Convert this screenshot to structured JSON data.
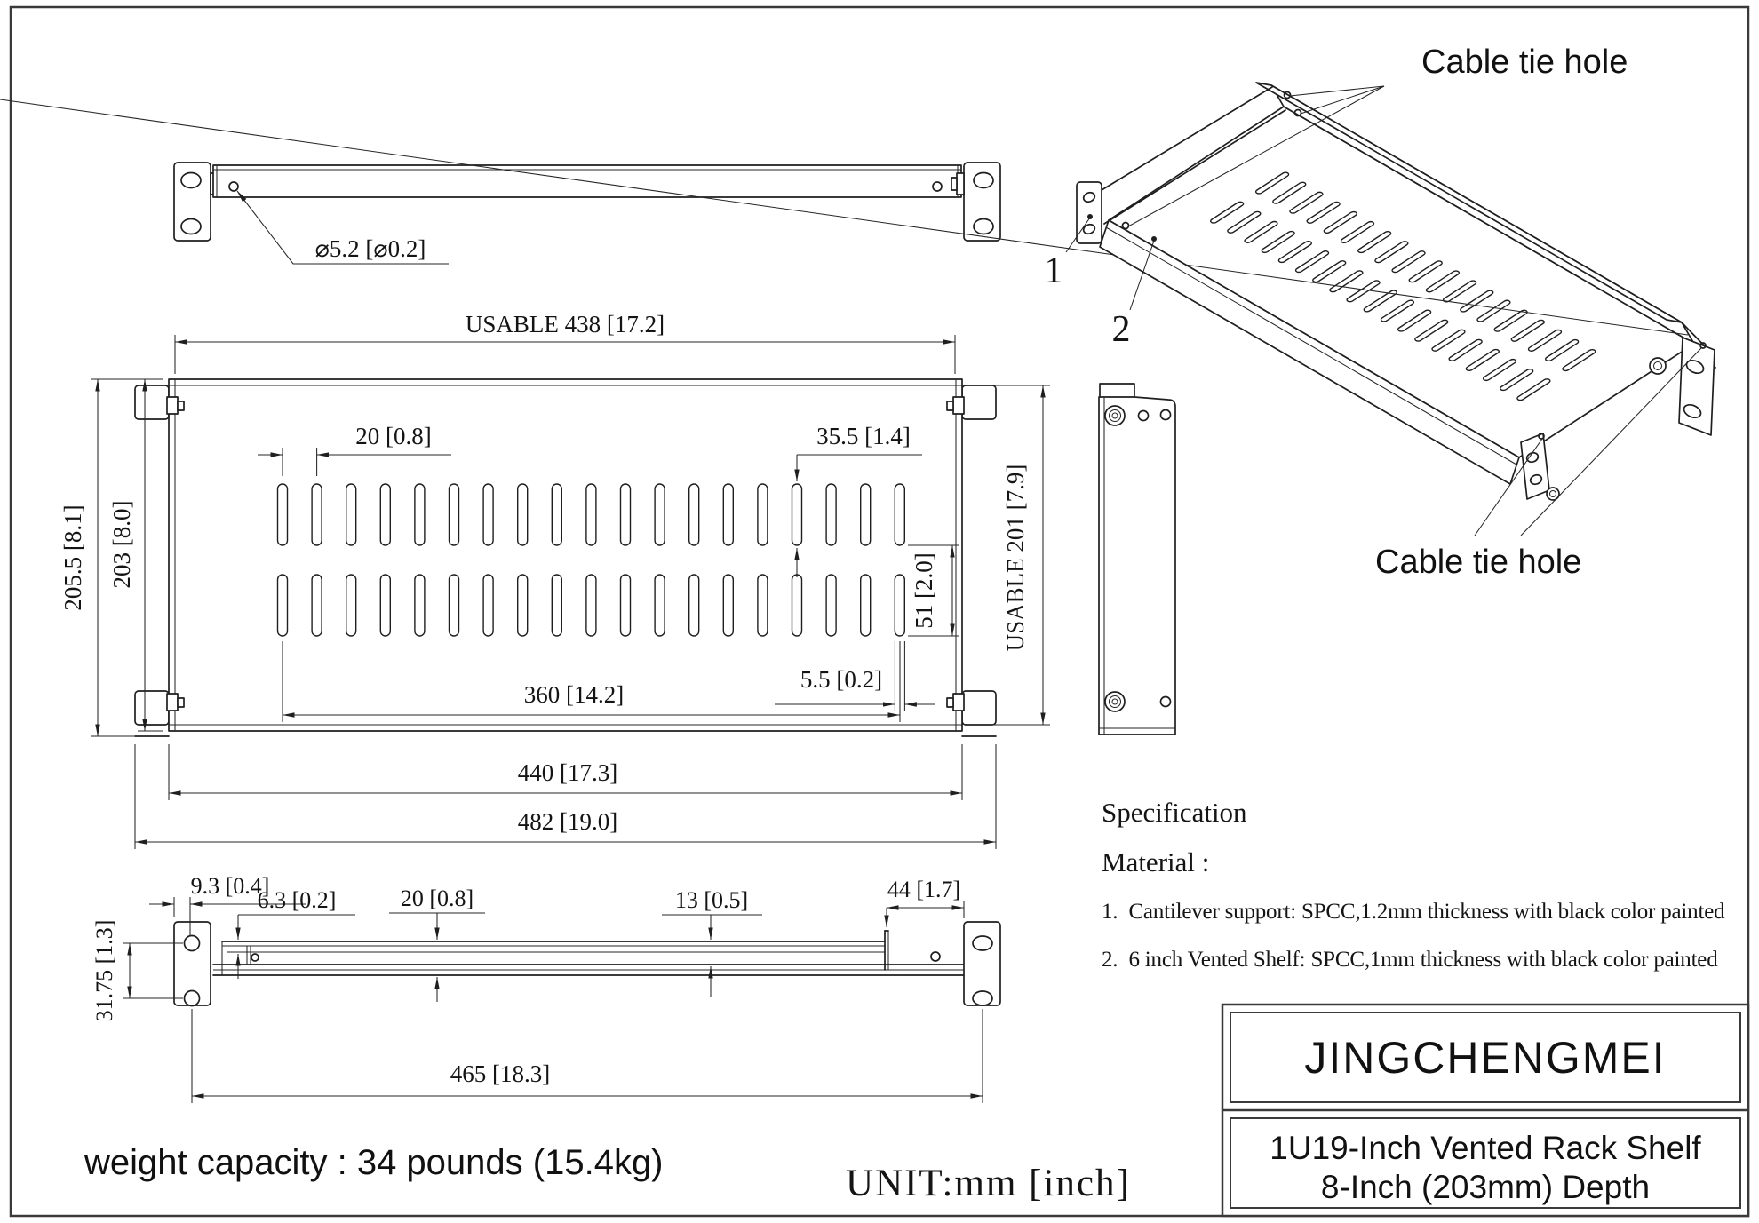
{
  "page": {
    "unit_label": "UNIT:mm [inch]",
    "weight_capacity": "weight capacity : 34 pounds (15.4kg)"
  },
  "title_block": {
    "brand": "JINGCHENGMEI",
    "product_line1": "1U19-Inch Vented Rack Shelf",
    "product_line2": "8-Inch (203mm) Depth"
  },
  "specification": {
    "heading": "Specification",
    "material_label": "Material :",
    "items": [
      "1.  Cantilever support: SPCC,1.2mm thickness with black color painted",
      "2.  6 inch Vented Shelf: SPCC,1mm thickness with black color painted"
    ]
  },
  "isometric": {
    "cable_tie_hole_top": "Cable tie hole",
    "cable_tie_hole_bottom": "Cable tie hole",
    "part1": "1",
    "part2": "2"
  },
  "front_view": {
    "hole_dia": "⌀5.2 [⌀0.2]"
  },
  "plan_view": {
    "usable_width": "USABLE 438 [17.2]",
    "slot_pitch": "20 [0.8]",
    "slot_length": "35.5 [1.4]",
    "row_pitch": "51 [2.0]",
    "height_outer": "205.5 [8.1]",
    "height_inner": "203 [8.0]",
    "usable_depth": "USABLE 201 [7.9]",
    "slot_span": "360 [14.2]",
    "slot_width": "5.5 [0.2]",
    "width_inner": "440 [17.3]",
    "width_outer": "482 [19.0]"
  },
  "profile_view": {
    "bracket_offset": "9.3 [0.4]",
    "step": "6.3 [0.2]",
    "height": "20 [0.8]",
    "lip": "13 [0.5]",
    "rear_gap": "44 [1.7]",
    "hole_pitch": "31.75 [1.3]",
    "length": "465 [18.3]"
  },
  "drawing": {
    "slot_count": 19,
    "slot_rows": 2,
    "line_color": "#1f1f1f"
  }
}
